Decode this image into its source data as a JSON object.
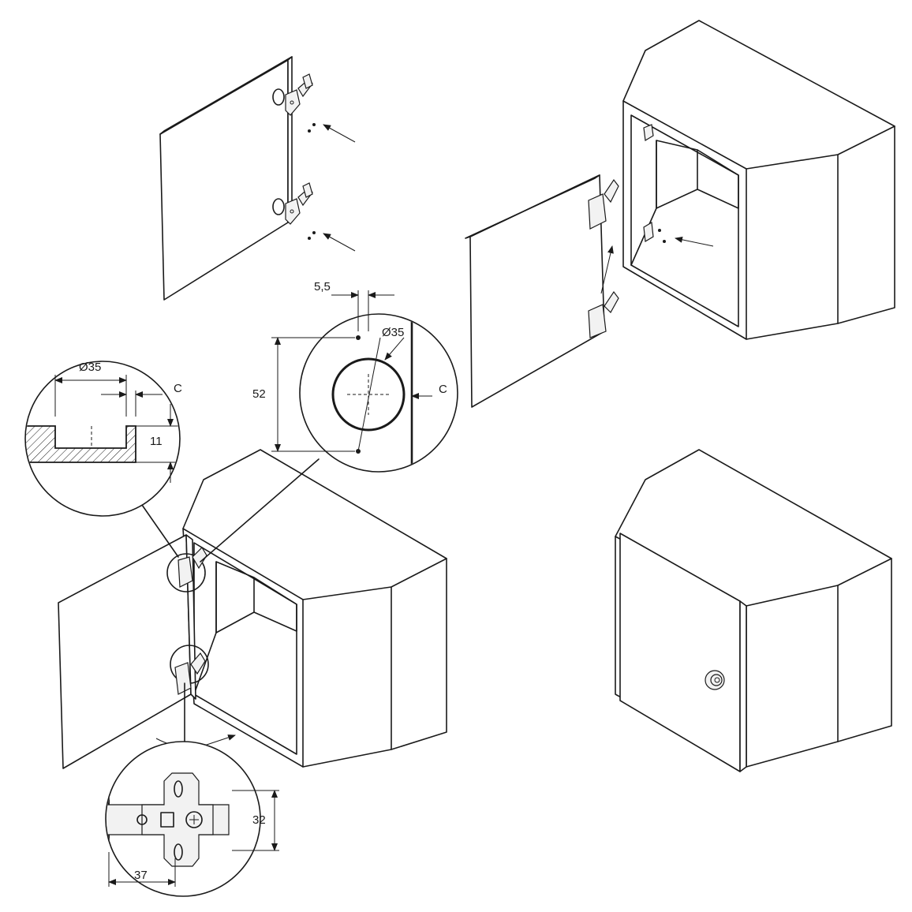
{
  "dimensions": {
    "detail_top_dia": "Ø35",
    "detail_top_offset": "C",
    "detail_top_depth": "11",
    "detail_mid_spacing": "5,5",
    "detail_mid_dia": "Ø35",
    "detail_mid_height": "52",
    "detail_mid_offset": "C",
    "detail_bottom_height": "32",
    "detail_bottom_width": "37"
  },
  "icons": [
    "hinge-icon",
    "screw-icon",
    "arrow-icon",
    "knob-icon"
  ],
  "colors": {
    "line": "#1a1a1a",
    "background": "#ffffff",
    "hatch": "#1a1a1a"
  }
}
